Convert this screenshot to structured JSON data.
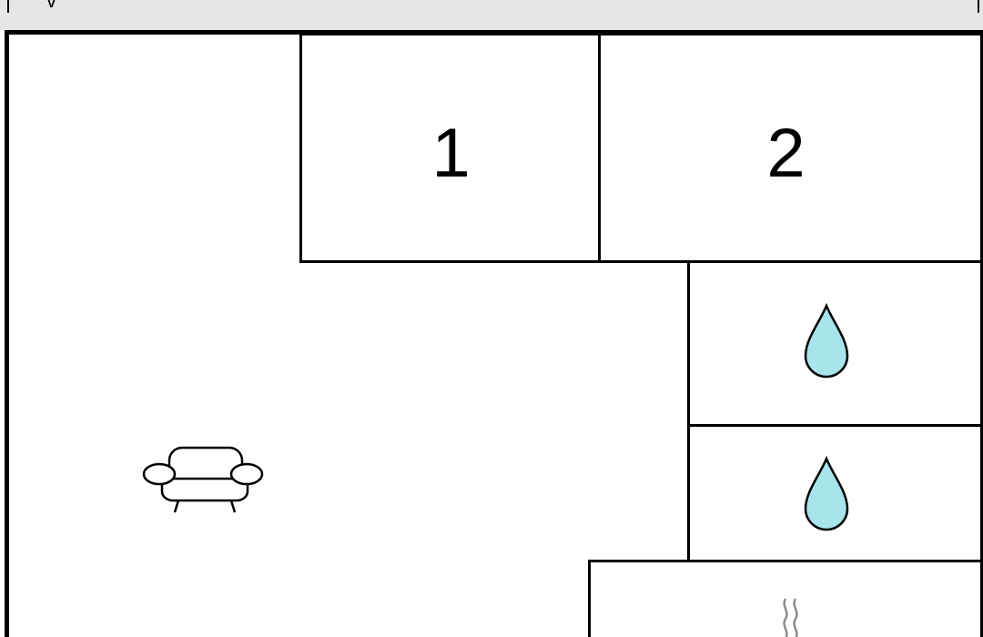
{
  "header": {
    "glyph": "v"
  },
  "rooms": [
    {
      "label": "1"
    },
    {
      "label": "2"
    }
  ],
  "icons": {
    "living": "sofa-icon",
    "bathroom_1": "water-drop-icon",
    "bathroom_2": "water-drop-icon",
    "heating": "heat-icon"
  },
  "colors": {
    "water": "#a7e4ec",
    "wall": "#000000",
    "band": "#e6e6e6",
    "heat_lines": "#8c8c8c"
  }
}
